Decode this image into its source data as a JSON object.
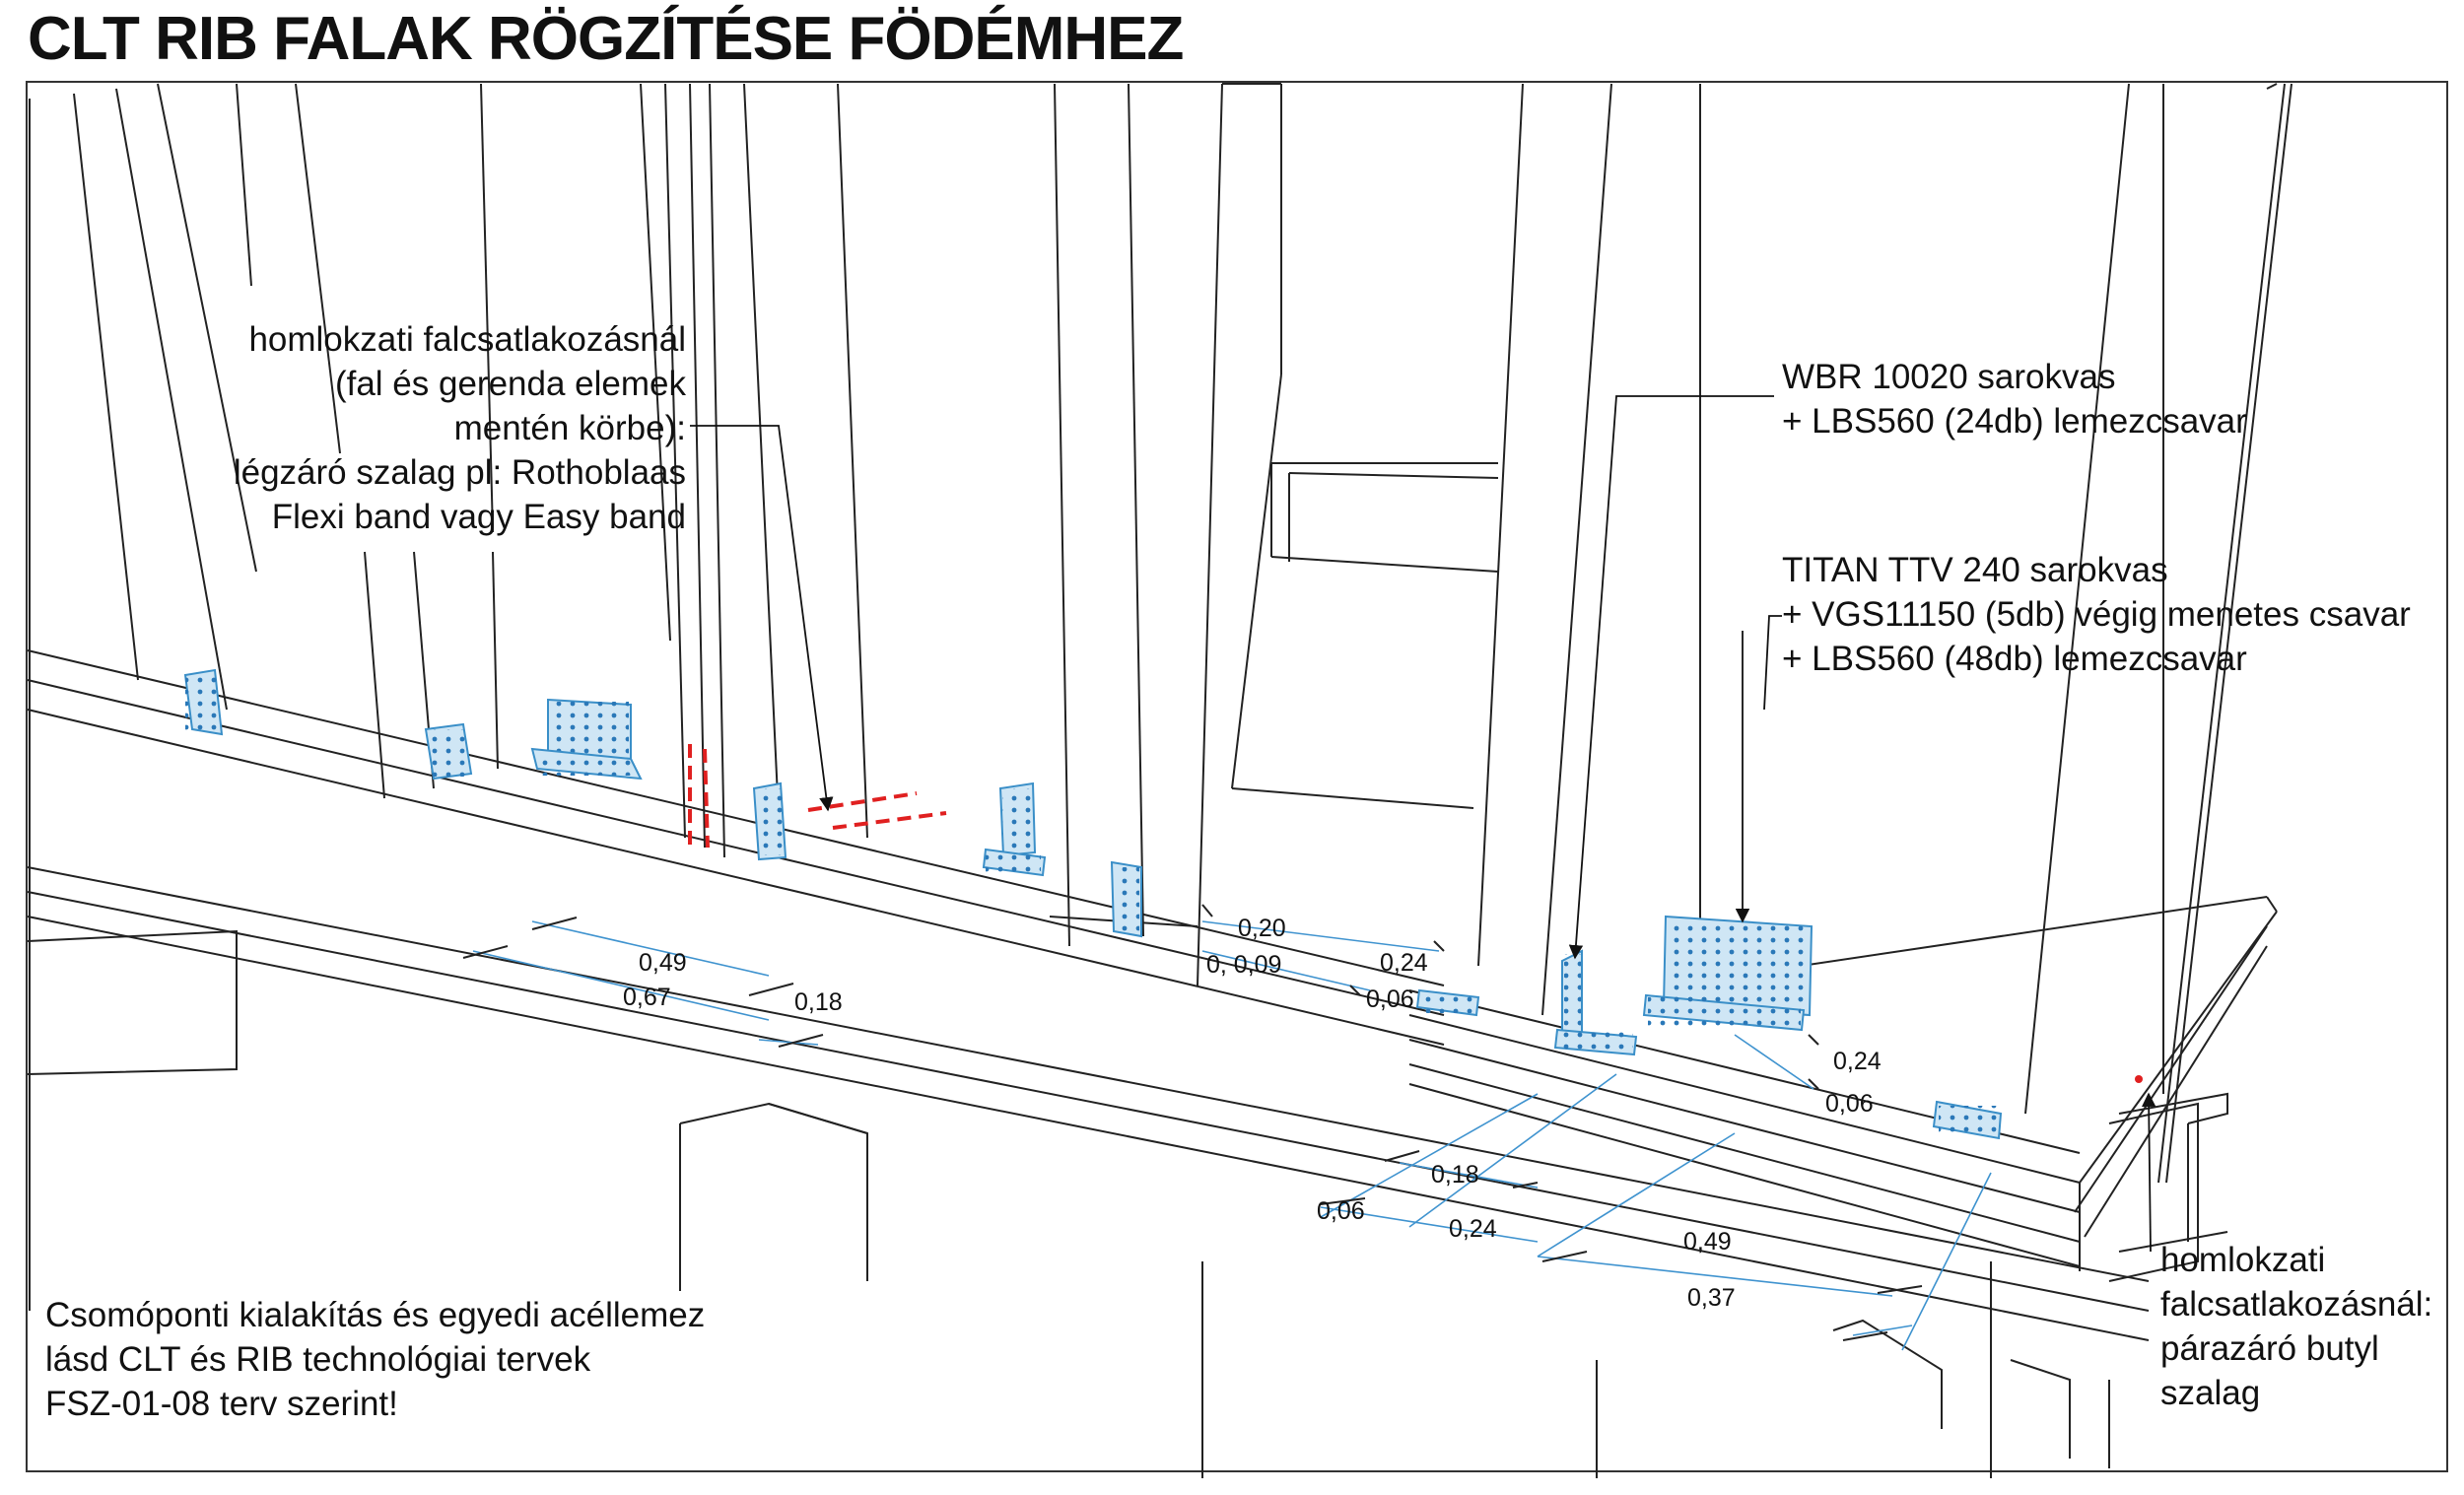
{
  "title": "CLT RIB FALAK RÖGZÍTÉSE FÖDÉMHEZ",
  "callouts": {
    "facade_joint_tape": [
      "homlokzati falcsatlakozásnál",
      "(fal és gerenda elemek",
      "mentén körbe):",
      "légzáró szalag pl: Rothoblaas",
      "Flexi band vagy Easy band"
    ],
    "wbr_bracket": [
      "WBR 10020 sarokvas",
      "+ LBS560 (24db) lemezcsavar"
    ],
    "titan_bracket": [
      "TITAN TTV 240 sarokvas",
      "+ VGS11150 (5db) végig menetes csavar",
      "+ LBS560 (48db) lemezcsavar"
    ],
    "node_note": [
      "Csomóponti kialakítás és egyedi acéllemez",
      "lásd CLT és RIB technológiai tervek",
      "FSZ-01-08 terv szerint!"
    ],
    "vapor_barrier": [
      "homlokzati",
      "falcsatlakozásnál:",
      "párazáró butyl",
      "szalag"
    ]
  },
  "dimensions": {
    "d049a": "0,49",
    "d067": "0,67",
    "d018a": "0,18",
    "d020": "0,20",
    "d0009": "0, 0,09",
    "d024a": "0,24",
    "d006a": "0,06",
    "d024b": "0,24",
    "d006b": "0,06",
    "d018b": "0,18",
    "d006c": "0,06",
    "d024c": "0,24",
    "d049b": "0,49",
    "d037": "0,37"
  },
  "colors": {
    "line": "#222222",
    "plate_fill": "#cfe6f5",
    "plate_stroke": "#3a8fc8",
    "screw_dot": "#2a78b8",
    "dim_line": "#3f93cf",
    "tape_red": "#e02020"
  }
}
